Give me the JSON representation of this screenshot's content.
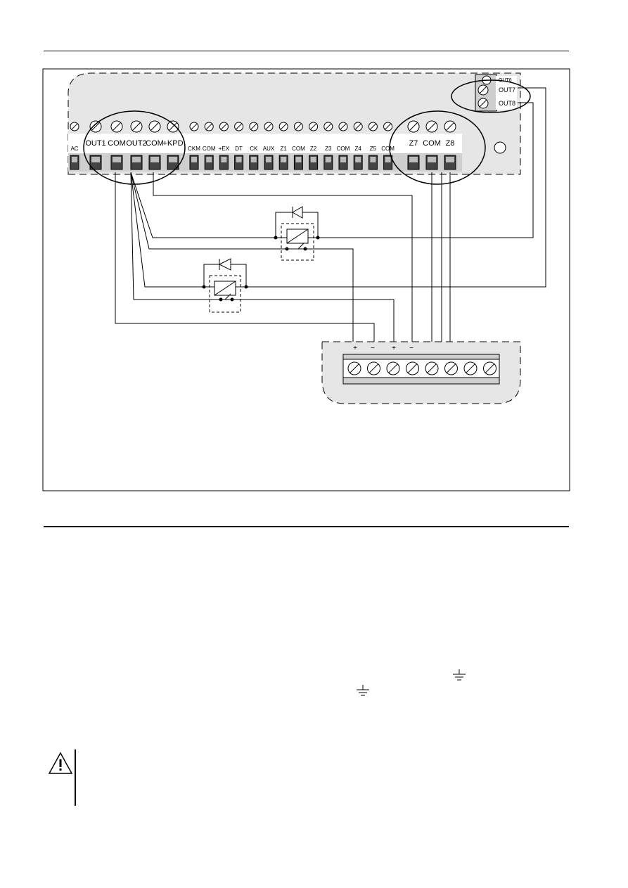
{
  "top_terminals": {
    "left_group": [
      "AC",
      "OUT1",
      "COM",
      "OUT2",
      "COM",
      "+KPD"
    ],
    "middle_group": [
      "CKM",
      "COM",
      "+EX",
      "DT",
      "CK",
      "AUX",
      "Z1",
      "COM",
      "Z2",
      "Z3",
      "COM",
      "Z4",
      "Z5",
      "COM"
    ],
    "right_group": [
      "Z7",
      "COM",
      "Z8"
    ],
    "corner_outputs": [
      "OUT6",
      "OUT7",
      "OUT8"
    ]
  },
  "bottom_block": {
    "polarity_labels": [
      "+",
      "−",
      "+",
      "−"
    ]
  },
  "icons": {
    "warning": "warning-triangle-icon",
    "ground": "ground-symbol-icon"
  },
  "colors": {
    "board_fill": "#e6e6e6",
    "line": "#000000"
  }
}
